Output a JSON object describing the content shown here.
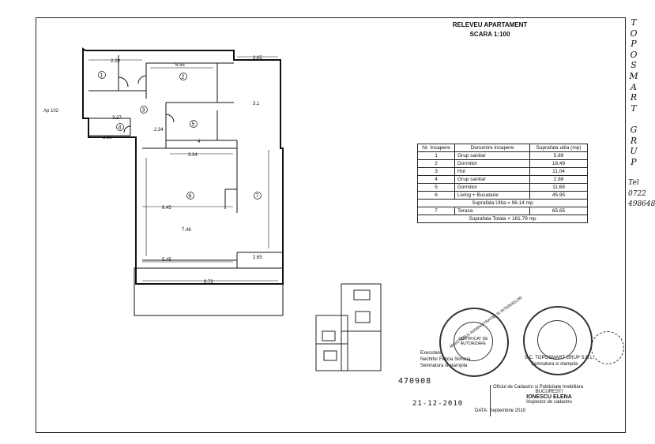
{
  "title": "RELEVEU APARTAMENT",
  "scale": "SCARA 1:100",
  "side_text": [
    "T",
    "O",
    "P",
    "O",
    "S",
    "M",
    "A",
    "R",
    "T",
    "",
    "G",
    "R",
    "U",
    "P",
    "",
    "Tel",
    "0722",
    "498648"
  ],
  "ap_label": "Ap 102",
  "table": {
    "headers": [
      "Nr. Incapere",
      "Denumire incapere",
      "Suprafata utila (mp)"
    ],
    "rows": [
      [
        "1",
        "Grup sanitar",
        "5.89"
      ],
      [
        "2",
        "Dormitor",
        "18.49"
      ],
      [
        "3",
        "Hol",
        "11.04"
      ],
      [
        "4",
        "Grup sanitar",
        "2.88"
      ],
      [
        "5",
        "Dormitor",
        "11.69"
      ],
      [
        "6",
        "Living + Bucatarie",
        "45.95"
      ]
    ],
    "total_util": "Suprafata Utila = 96.14 mp",
    "terrace": [
      "7",
      "Terasa",
      "65.65"
    ],
    "total": "Suprafata Totala = 161.79 mp"
  },
  "executant": [
    "Executant",
    "Nechifor Felicia Simona",
    "Semnatura si stampila"
  ],
  "company": [
    "S.C. TOPOSMART GRUP S.R.L.",
    "Semnatura si stampila"
  ],
  "handwritten_number": "470908",
  "handwritten_date": "21-12-2010",
  "date_label": "DATA: Septembrie 2010",
  "office": [
    "Oficiul de Cadastru si Publicitate Imobiliara",
    "BUCURESTI",
    "IONESCU ELENA",
    "Inspector de cadastru"
  ],
  "stamp_text": [
    "MINISTERUL ADMINISTRATIEI SI INTERNELOR",
    "CERTIFICAT DE AUTORIZARE"
  ]
}
